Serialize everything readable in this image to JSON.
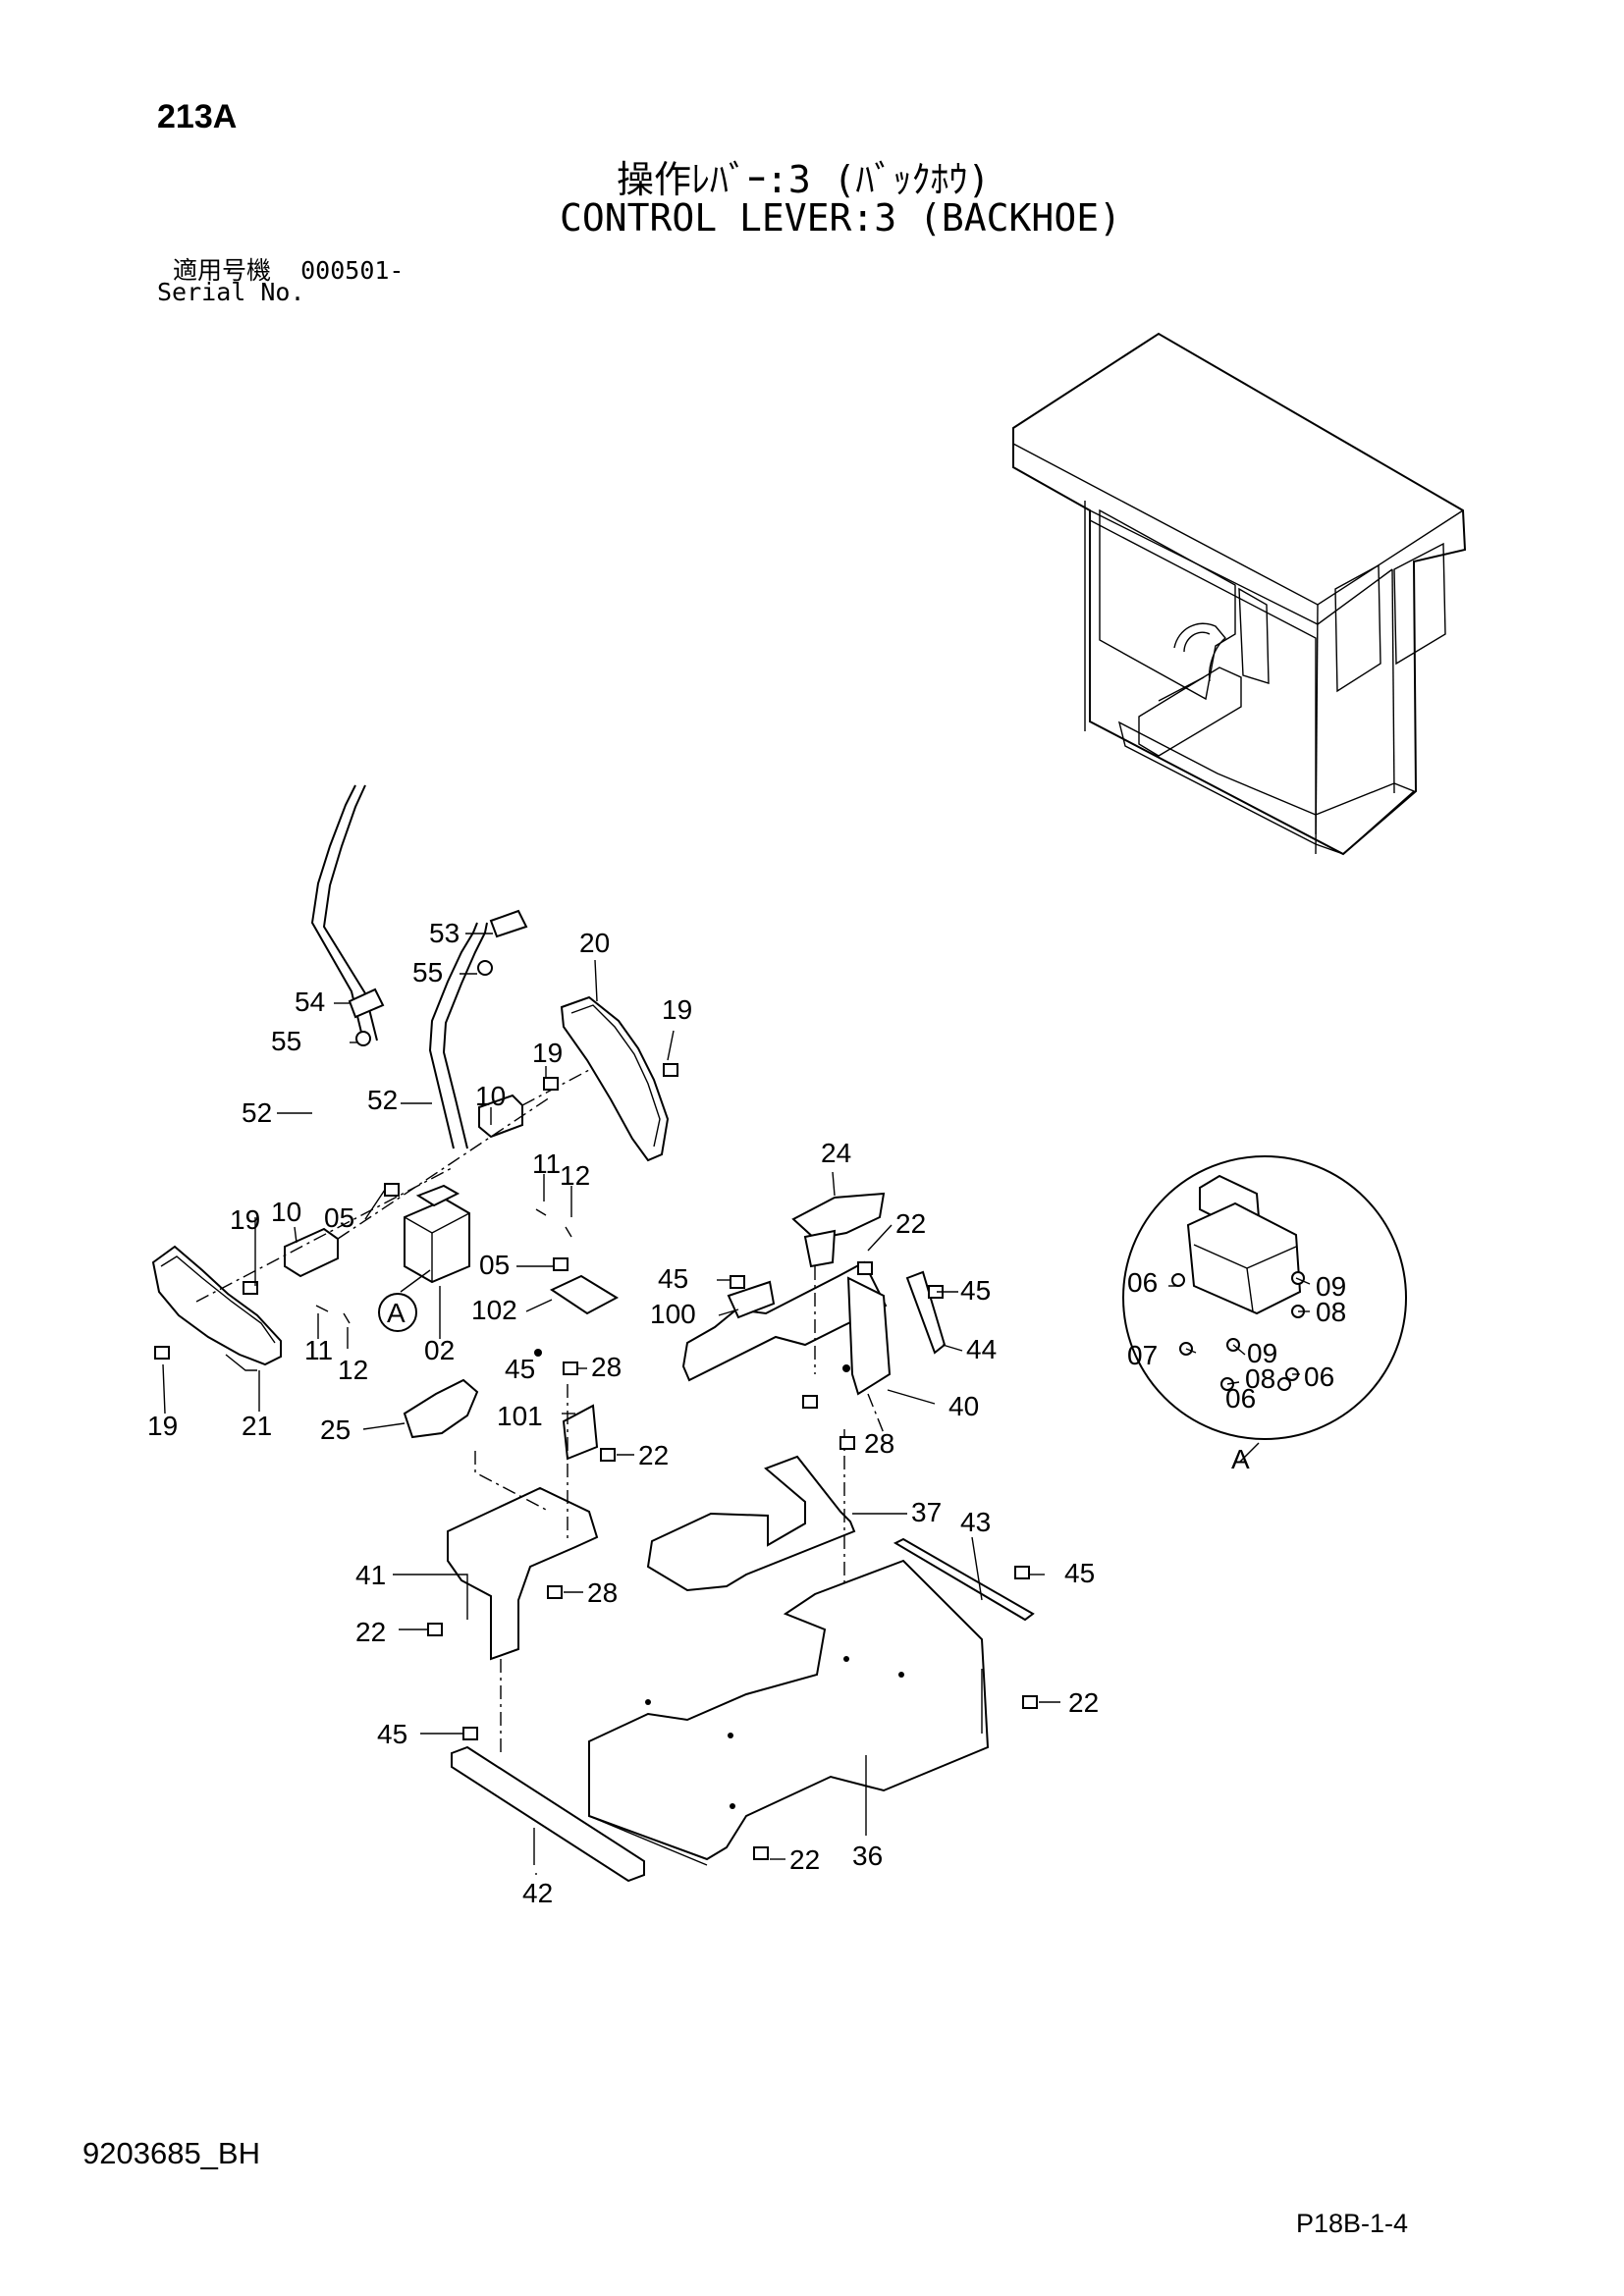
{
  "header": {
    "page_code": "213A",
    "title_jp": "操作ﾚﾊﾞｰ:3 (ﾊﾞｯｸﾎｳ)",
    "title_en": "CONTROL LEVER:3 (BACKHOE)",
    "serial_label_jp": "適用号機",
    "serial_value": "000501-",
    "serial_label_en": "Serial No."
  },
  "footer": {
    "doc_id": "9203685_BH",
    "page_ref": "P18B-1-4"
  },
  "detail": {
    "label": "A"
  },
  "callouts": {
    "c53": "53",
    "c55a": "55",
    "c20": "20",
    "c54": "54",
    "c19a": "19",
    "c55b": "55",
    "c19b": "19",
    "c52a": "52",
    "c52b": "52",
    "c10a": "10",
    "c05a": "05",
    "c11a": "11",
    "c12a": "12",
    "c19c": "19",
    "c10b": "10",
    "c24": "24",
    "c22a": "22",
    "c05b": "05",
    "c45a": "45",
    "c45b": "45",
    "cA": "A",
    "c102": "102",
    "c100": "100",
    "c44": "44",
    "c11b": "11",
    "c12b": "12",
    "c02": "02",
    "c19d": "19",
    "c21": "21",
    "c28a": "28",
    "c40": "40",
    "c45c": "45",
    "c101": "101",
    "c25": "25",
    "c22b": "22",
    "c28b": "28",
    "c37": "37",
    "c43": "43",
    "c41": "41",
    "c28c": "28",
    "c45d": "45",
    "c22c": "22",
    "c22d": "22",
    "c45e": "45",
    "c36": "36",
    "c22e": "22",
    "c42": "42",
    "d06a": "06",
    "d09a": "09",
    "d08a": "08",
    "d07": "07",
    "d09b": "09",
    "d08b": "08",
    "d06b": "06",
    "d06c": "06",
    "dA": "A"
  }
}
